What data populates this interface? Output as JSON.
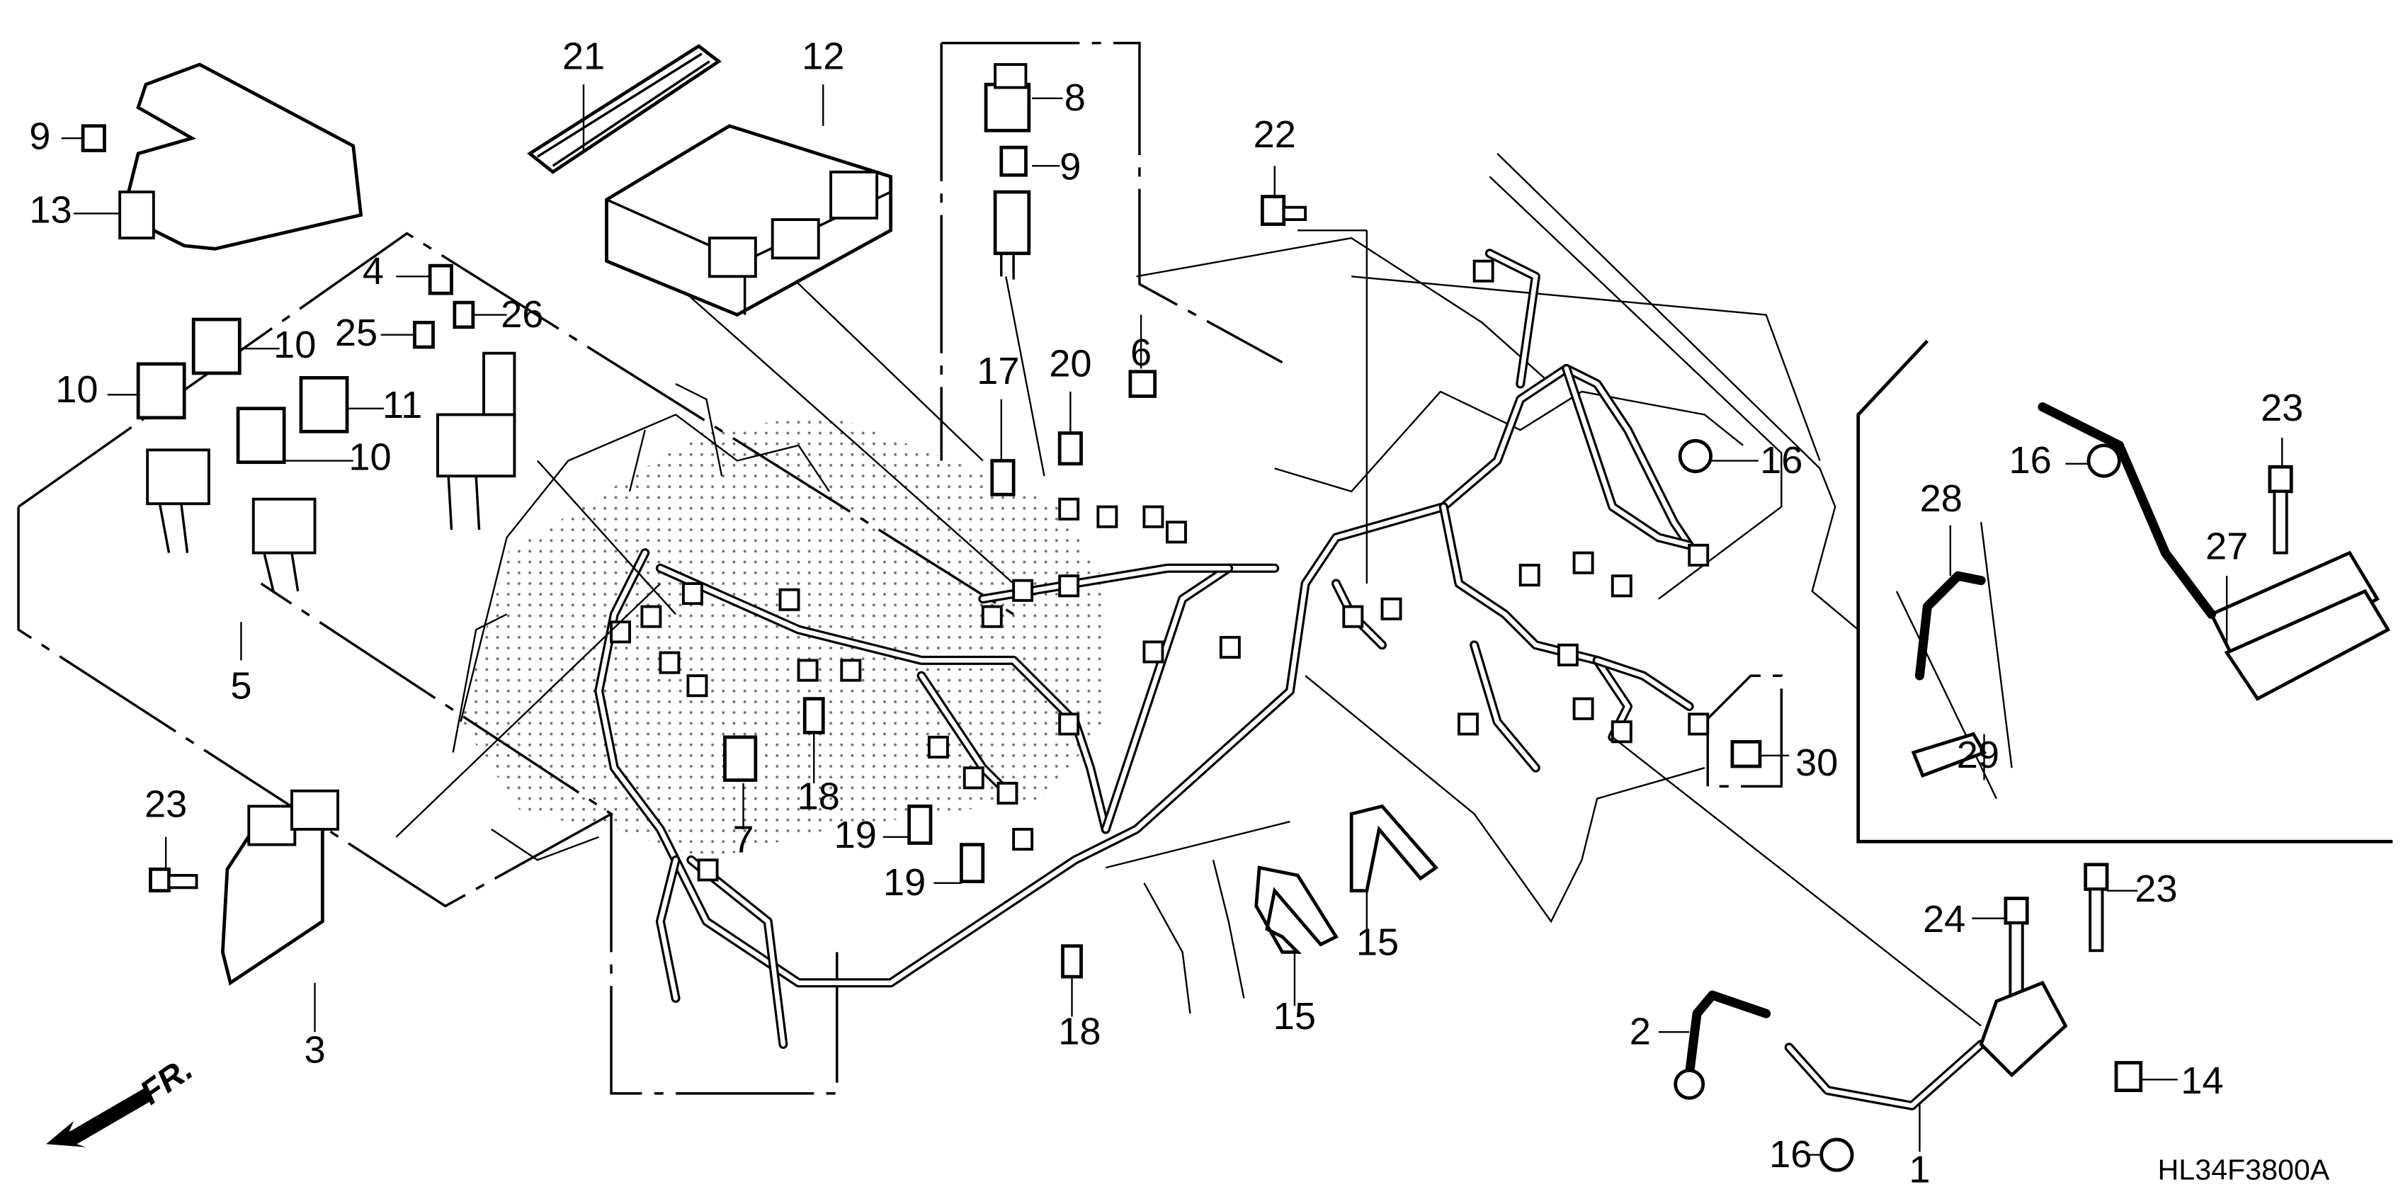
{
  "diagram": {
    "title": "Wire Harness / Ignition Coil Parts Diagram",
    "diagram_code": "HL34F3800A",
    "direction_indicator": "FR.",
    "callouts": [
      {
        "id": "c1",
        "label": "1",
        "part": "ignition-coil-with-lead"
      },
      {
        "id": "c2",
        "label": "2",
        "part": "plug-cap-hose"
      },
      {
        "id": "c3",
        "label": "3",
        "part": "control-unit"
      },
      {
        "id": "c4",
        "label": "4",
        "part": "fuse"
      },
      {
        "id": "c5",
        "label": "5",
        "part": "fuse-box-assembly"
      },
      {
        "id": "c6",
        "label": "6",
        "part": "cap"
      },
      {
        "id": "c7",
        "label": "7",
        "part": "connector"
      },
      {
        "id": "c8",
        "label": "8",
        "part": "relay"
      },
      {
        "id": "c9a",
        "label": "9",
        "part": "fuse-clip"
      },
      {
        "id": "c9b",
        "label": "9",
        "part": "fuse-clip"
      },
      {
        "id": "c10a",
        "label": "10",
        "part": "relay"
      },
      {
        "id": "c10b",
        "label": "10",
        "part": "relay"
      },
      {
        "id": "c10c",
        "label": "10",
        "part": "relay"
      },
      {
        "id": "c11",
        "label": "11",
        "part": "relay"
      },
      {
        "id": "c12",
        "label": "12",
        "part": "ecu-module"
      },
      {
        "id": "c13",
        "label": "13",
        "part": "fuse-box-cover"
      },
      {
        "id": "c14",
        "label": "14",
        "part": "nut"
      },
      {
        "id": "c15a",
        "label": "15",
        "part": "band-clamp"
      },
      {
        "id": "c15b",
        "label": "15",
        "part": "band-clamp"
      },
      {
        "id": "c16a",
        "label": "16",
        "part": "clamp"
      },
      {
        "id": "c16b",
        "label": "16",
        "part": "clamp"
      },
      {
        "id": "c16c",
        "label": "16",
        "part": "clamp"
      },
      {
        "id": "c17",
        "label": "17",
        "part": "holder"
      },
      {
        "id": "c18a",
        "label": "18",
        "part": "clip"
      },
      {
        "id": "c18b",
        "label": "18",
        "part": "clip"
      },
      {
        "id": "c19a",
        "label": "19",
        "part": "clip"
      },
      {
        "id": "c19b",
        "label": "19",
        "part": "clip"
      },
      {
        "id": "c20",
        "label": "20",
        "part": "clip"
      },
      {
        "id": "c21",
        "label": "21",
        "part": "rubber-band"
      },
      {
        "id": "c22",
        "label": "22",
        "part": "bolt"
      },
      {
        "id": "c23a",
        "label": "23",
        "part": "bolt"
      },
      {
        "id": "c23b",
        "label": "23",
        "part": "bolt"
      },
      {
        "id": "c23c",
        "label": "23",
        "part": "bolt"
      },
      {
        "id": "c24",
        "label": "24",
        "part": "bolt"
      },
      {
        "id": "c25",
        "label": "25",
        "part": "fuse"
      },
      {
        "id": "c26",
        "label": "26",
        "part": "fuse"
      },
      {
        "id": "c27",
        "label": "27",
        "part": "twin-ignition-coil"
      },
      {
        "id": "c28",
        "label": "28",
        "part": "plug-cap-hose"
      },
      {
        "id": "c29",
        "label": "29",
        "part": "plug-cap"
      },
      {
        "id": "c30",
        "label": "30",
        "part": "sensor-connector"
      }
    ]
  }
}
